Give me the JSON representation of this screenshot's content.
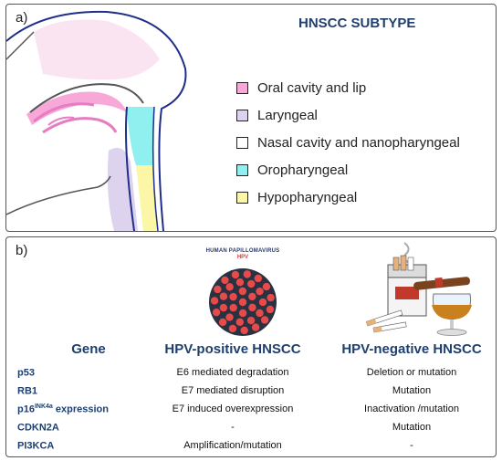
{
  "panel_a": {
    "label": "a)",
    "title": "HNSCC SUBTYPE",
    "legend": [
      {
        "label": "Oral cavity and lip",
        "color": "#f7a8d8"
      },
      {
        "label": "Laryngeal",
        "color": "#ddd3ef"
      },
      {
        "label": "Nasal cavity and nanopharyngeal",
        "color": "#ffffff"
      },
      {
        "label": "Oropharyngeal",
        "color": "#8ff0ef"
      },
      {
        "label": "Hypopharyngeal",
        "color": "#fbf7a6"
      }
    ]
  },
  "panel_b": {
    "label": "b)",
    "hpv_caption_line1": "HUMAN PAPILLOMAVIRUS",
    "hpv_caption_line2": "HPV",
    "headers": {
      "gene": "Gene",
      "hpv_positive": "HPV-positive HNSCC",
      "hpv_negative": "HPV-negative HNSCC"
    },
    "rows": [
      {
        "gene": "p53",
        "gene_sup": "",
        "gene_suffix": "",
        "hpv_positive": "E6 mediated degradation",
        "hpv_negative": "Deletion or mutation"
      },
      {
        "gene": "RB1",
        "gene_sup": "",
        "gene_suffix": "",
        "hpv_positive": "E7 mediated disruption",
        "hpv_negative": "Mutation"
      },
      {
        "gene": "p16",
        "gene_sup": "INK4a",
        "gene_suffix": " expression",
        "hpv_positive": "E7 induced overexpression",
        "hpv_negative": "Inactivation /mutation"
      },
      {
        "gene": "CDKN2A",
        "gene_sup": "",
        "gene_suffix": "",
        "hpv_positive": "-",
        "hpv_negative": "Mutation"
      },
      {
        "gene": "PI3KCA",
        "gene_sup": "",
        "gene_suffix": "",
        "hpv_positive": "Amplification/mutation",
        "hpv_negative": "-"
      }
    ]
  }
}
